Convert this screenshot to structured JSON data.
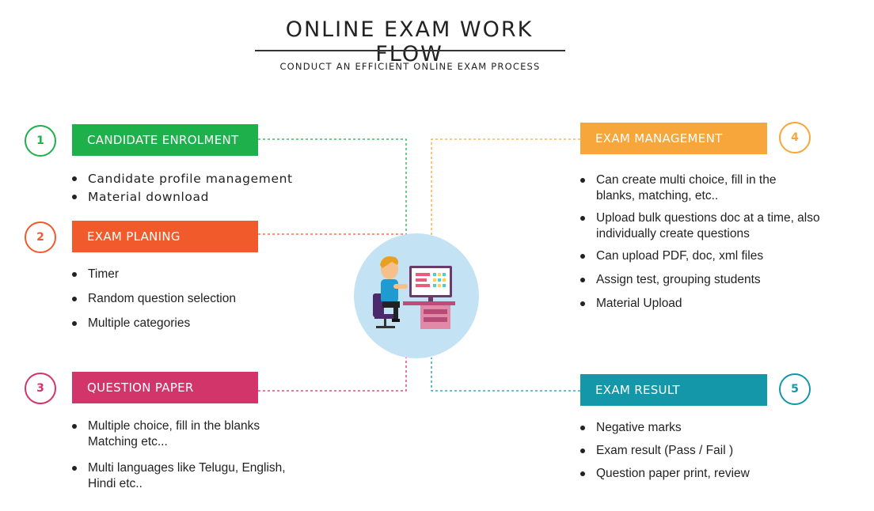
{
  "header": {
    "title": "ONLINE EXAM WORK FLOW",
    "subtitle": "CONDUCT AN EFFICIENT ONLINE EXAM PROCESS"
  },
  "steps": [
    {
      "number": "1",
      "title": "CANDIDATE ENROLMENT",
      "color": "#1db04b",
      "items": [
        "Candidate profile management",
        "Material download"
      ]
    },
    {
      "number": "2",
      "title": "EXAM PLANING",
      "color": "#f15a2b",
      "items": [
        "Timer",
        "Random question selection",
        "Multiple  categories"
      ]
    },
    {
      "number": "3",
      "title": "QUESTION PAPER",
      "color": "#d1356a",
      "items": [
        "Multiple choice, fill in the blanks\nMatching etc...",
        "Multi languages like Telugu, English,\nHindi etc.."
      ]
    },
    {
      "number": "4",
      "title": "EXAM MANAGEMENT",
      "color": "#f6a63a",
      "items": [
        "Can create multi choice, fill in the\nblanks, matching, etc..",
        "Upload bulk questions doc at a time,  also\nindividually create questions",
        "Can upload PDF, doc, xml files",
        "Assign test,  grouping students",
        "Material Upload"
      ]
    },
    {
      "number": "5",
      "title": "EXAM RESULT",
      "color": "#1497a8",
      "items": [
        "Negative marks",
        "Exam result (Pass / Fail )",
        "Question paper print, review"
      ]
    }
  ],
  "hub": {
    "icon": "person-at-computer-icon",
    "color": "#c3e3f4"
  }
}
